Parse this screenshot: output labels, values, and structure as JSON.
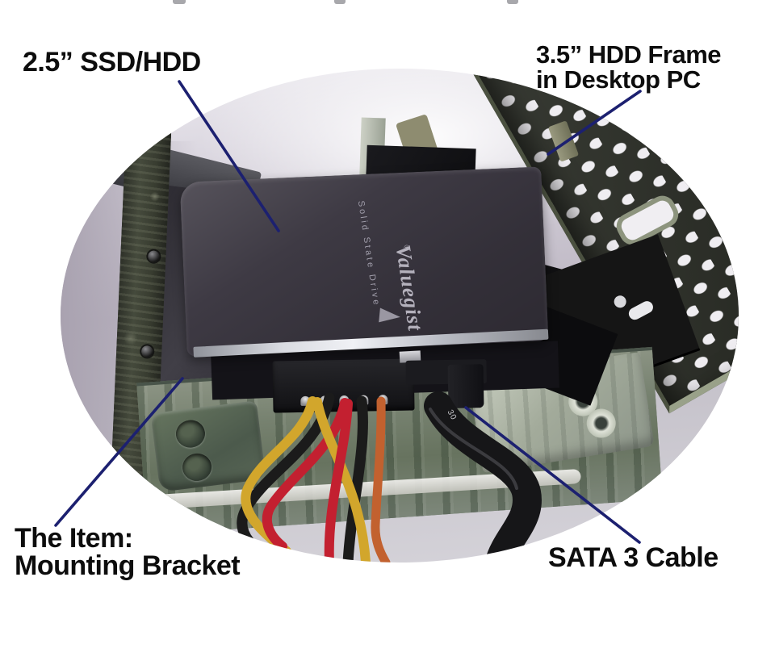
{
  "annotations": {
    "ssd_label": "2.5” SSD/HDD",
    "frame_label_line1": "3.5” HDD Frame",
    "frame_label_line2": "in Desktop PC",
    "item_label_line1": "The Item:",
    "item_label_line2": "Mounting Bracket",
    "sata_label": "SATA 3 Cable"
  },
  "photo": {
    "ssd": {
      "brand": "Valuegist",
      "registered_mark": "®",
      "subtitle": "Solid State Drive"
    },
    "cable_marking": "30"
  },
  "colors": {
    "label_text": "#0d0d0d",
    "leader_line": "#1c2070",
    "ssd_body": "#3a3640",
    "perforated_panel": "#23261e",
    "cage_metal": "#76816f",
    "wire_yellow": "#d2a62c",
    "wire_red": "#c32030",
    "wire_orange": "#c2612f",
    "wire_black": "#1b1b1b",
    "wire_sata": "#161618"
  }
}
